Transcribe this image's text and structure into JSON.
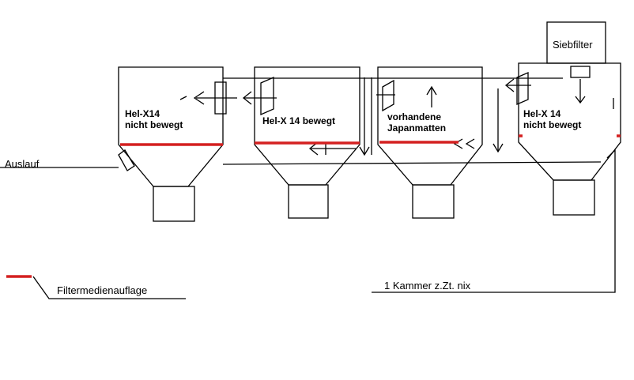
{
  "chambers": [
    {
      "line1": "Hel-X14",
      "line2": "nicht bewegt"
    },
    {
      "line1": "Hel-X 14 bewegt",
      "line2": ""
    },
    {
      "line1": "vorhandene",
      "line2": "Japanmatten"
    },
    {
      "line1": "Hel-X 14",
      "line2": "nicht bewegt"
    }
  ],
  "sieve_filter": "Siebfilter",
  "outlet": "Auslauf",
  "legend": {
    "label": "Filtermedienauflage"
  },
  "chamber_note": "1 Kammer z.Zt. nix",
  "colors": {
    "stroke": "#000000",
    "media": "#d42020"
  }
}
